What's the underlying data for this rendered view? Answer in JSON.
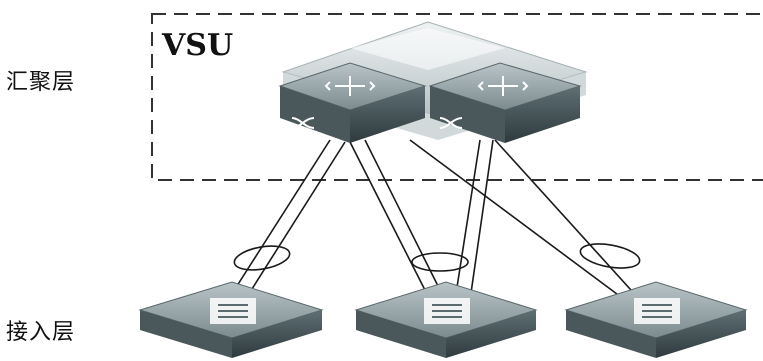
{
  "labels": {
    "aggregation_layer": "汇聚层",
    "access_layer": "接入层",
    "vsu": "VSU"
  },
  "colors": {
    "device_top": "#8f9ea1",
    "device_side": "#3c4a4f",
    "device_front": "#5b6b70",
    "vsu_tray": "#c9d2d4",
    "dashed_border": "#333333",
    "links": "#1a1a1a"
  },
  "icons": {
    "core_switches": "layer3-switch-icon",
    "access_switches": "access-switch-icon"
  }
}
